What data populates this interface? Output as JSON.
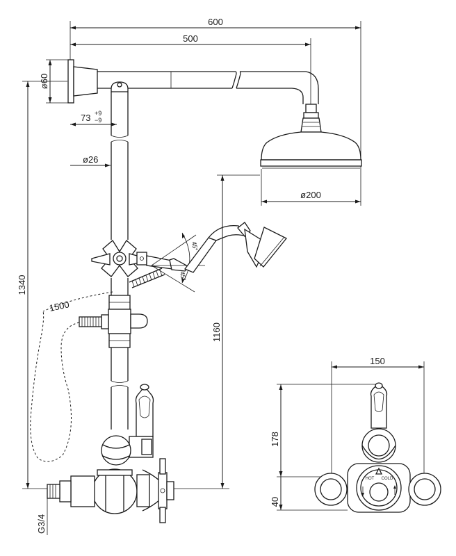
{
  "dimensions": {
    "width_600": "600",
    "depth_500": "500",
    "wall_flange_dia": "ø60",
    "wall_offset": "73",
    "wall_offset_tol_plus": "+9",
    "wall_offset_tol_minus": "−9",
    "riser_dia": "ø26",
    "head_dia": "ø200",
    "total_height": "1340",
    "hose_length": "1500",
    "holder_height": "1160",
    "angle_upper": "45°",
    "angle_lower": "45°",
    "inlet_thread": "G3/4",
    "valve_width": "150",
    "valve_height": "178",
    "valve_lower": "40"
  },
  "valve_labels": {
    "hot": "HOT",
    "cold": "COLD"
  }
}
